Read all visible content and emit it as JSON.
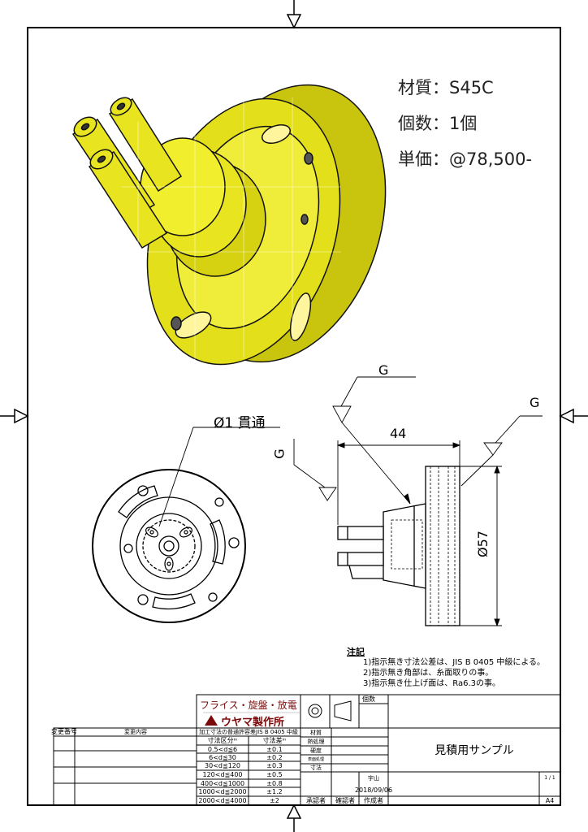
{
  "spec": {
    "material": "材質：S45C",
    "quantity": "個数：1個",
    "unit_price": "単価：@78,500-"
  },
  "drawing": {
    "hole_callout": "Ø1 貫通",
    "finish_symbol": "G",
    "dim_length": "44",
    "dim_diameter": "Ø57"
  },
  "notes": {
    "heading": "注記",
    "items": [
      "1)指示無き寸法公差は、JIS B 0405 中級による。",
      "2)指示無き角部は、糸面取りの事。",
      "3)指示無き仕上げ面は、Ra6.3の事。"
    ]
  },
  "title_block": {
    "company_tagline": "フライス・旋盤・放電",
    "company_name": "ウヤマ製作所",
    "qty_label": "個数",
    "tolerance_title": "加工寸法の普通許容差JIS B 0405 中級",
    "col_range": "寸法区分ᴵⁿ",
    "col_tol": "寸法差ᴵⁿ",
    "tolerance_rows": [
      {
        "range": "0.5<d≦6",
        "tol": "±0.1"
      },
      {
        "range": "6<d≦30",
        "tol": "±0.2"
      },
      {
        "range": "30<d≦120",
        "tol": "±0.3"
      },
      {
        "range": "120<d≦400",
        "tol": "±0.5"
      },
      {
        "range": "400<d≦1000",
        "tol": "±0.8"
      },
      {
        "range": "1000<d≦2000",
        "tol": "±1.2"
      },
      {
        "range": "2000<d≦4000",
        "tol": "±2"
      }
    ],
    "attr_labels": [
      "材質",
      "熱処理",
      "硬度",
      "表面処理",
      "寸法"
    ],
    "revision_no": "変更番号",
    "revision_content": "変更内容",
    "drawing_title": "見積用サンプル",
    "author_name": "宇山",
    "date": "2018/09/06",
    "approver": "承認者",
    "checker": "確認者",
    "creator": "作成者",
    "sheet": "1 / 1",
    "paper_size": "A4"
  }
}
